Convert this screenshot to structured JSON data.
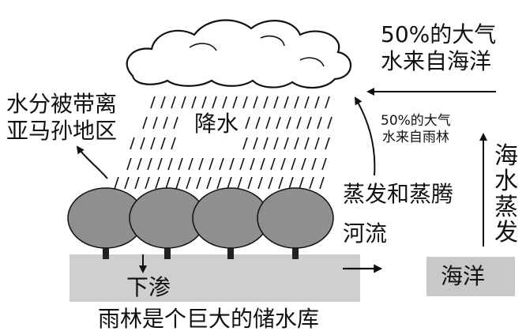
{
  "labels": {
    "ocean_source": [
      "50%的大气",
      "水来自海洋"
    ],
    "rainforest_source": [
      "50%的大气",
      "水来自雨林"
    ],
    "water_removed": [
      "水分被带离",
      "亚马孙地区"
    ],
    "precipitation": "降水",
    "evapotranspiration": "蒸发和蒸腾",
    "river": "河流",
    "sea_evaporation": [
      "海",
      "水",
      "蒸",
      "发"
    ],
    "ocean": "海洋",
    "infiltration": "下渗",
    "caption": "雨林是个巨大的储水库"
  },
  "colors": {
    "ink": "#111111",
    "tree_canopy": "#8f8f8f",
    "ground": "#cfcfcf",
    "ocean_box": "#c8c8c8"
  }
}
